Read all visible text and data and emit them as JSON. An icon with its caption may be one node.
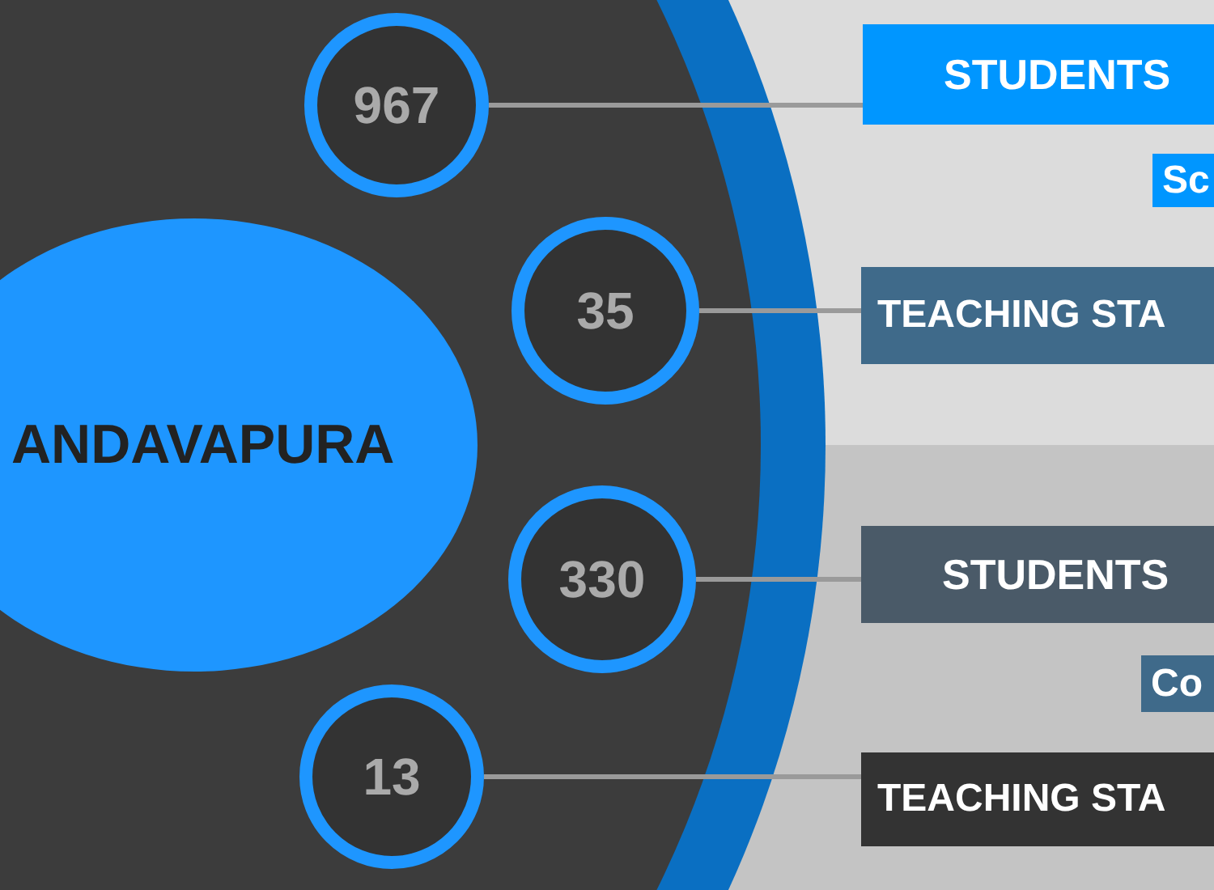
{
  "diagram": {
    "nodes": [
      {
        "text": [
          "ANDAVAPURA"
        ]
      },
      {
        "text": [
          "967"
        ]
      },
      {
        "text": [
          "35"
        ]
      },
      {
        "text": [
          "330"
        ]
      },
      {
        "text": [
          "13"
        ]
      },
      {
        "text": [
          "STUDENTS"
        ]
      },
      {
        "text": [
          "Sc"
        ]
      },
      {
        "text": [
          "TEACHING STA"
        ]
      },
      {
        "text": [
          "STUDENTS"
        ]
      },
      {
        "text": [
          "Co"
        ]
      },
      {
        "text": [
          "TEACHING STA"
        ]
      }
    ],
    "edges": [
      {
        "from": 1,
        "to": 5,
        "arrow": "none"
      },
      {
        "from": 2,
        "to": 7,
        "arrow": "none"
      },
      {
        "from": 3,
        "to": 8,
        "arrow": "none"
      },
      {
        "from": 4,
        "to": 10,
        "arrow": "none"
      }
    ]
  }
}
